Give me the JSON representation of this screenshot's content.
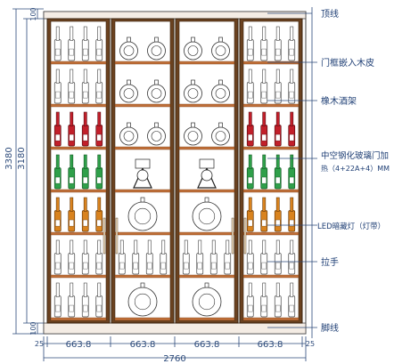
{
  "labels": {
    "top_line": "顶线",
    "door_frame": "门框嵌入木皮",
    "shelf": "橡木酒架",
    "glass_line1": "中空钢化玻璃门加",
    "glass_line2": "热（4+22A+4）MM",
    "led": "LED暗藏灯（灯带）",
    "handle": "拉手",
    "baseboard": "脚线"
  },
  "dimensions": {
    "height_total": "3380",
    "height_inner": "3180",
    "top_margin": "100",
    "bottom_margin": "100",
    "side_left": "25",
    "side_right": "25",
    "bay_widths": [
      "663.8",
      "663.8",
      "663.8",
      "663.8"
    ],
    "width_total": "2760"
  },
  "bays": [
    {
      "rows": [
        "bottles-clear",
        "bottles-clear",
        "bottles-red",
        "bottles-green",
        "bottles-orange",
        "bottles-clear",
        "bottles-clear"
      ]
    },
    {
      "rows": [
        "cognac",
        "cognac",
        "cognac-clear",
        "cognac-stand",
        "cognac-large",
        "bottles-clear",
        "cognac-large"
      ]
    },
    {
      "rows": [
        "cognac",
        "cognac",
        "cognac-clear",
        "cognac-stand",
        "cognac-large",
        "bottles-clear",
        "cognac-large"
      ]
    },
    {
      "rows": [
        "bottles-clear",
        "bottles-clear",
        "bottles-red",
        "bottles-green",
        "bottles-orange",
        "bottles-clear",
        "bottles-clear"
      ]
    }
  ],
  "colors": {
    "frame": "#6b4220",
    "shelf": "#c0703a",
    "dim": "#2c4a7a",
    "red_wine": "#c21f2a",
    "green_bottle": "#2fa04a",
    "orange_bottle": "#d9831e"
  }
}
